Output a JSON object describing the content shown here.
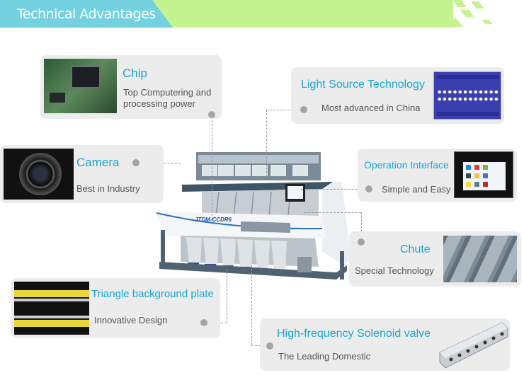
{
  "header": {
    "title": "Technical Advantages",
    "colors": {
      "cyan": "#74d2e0",
      "green": "#c4f490"
    }
  },
  "machine": {
    "model_label": "JTDM-CCDR6"
  },
  "features": [
    {
      "title": "Chip",
      "description": "Top Computering and processing power",
      "icon": "chip-image"
    },
    {
      "title": "Light Source Technology",
      "description": "Most advanced in China",
      "icon": "led-light-image"
    },
    {
      "title": "Camera",
      "description": "Best in Industry",
      "icon": "camera-lens-image"
    },
    {
      "title": "Operation Interface",
      "description": "Simple and Easy",
      "icon": "touchscreen-image"
    },
    {
      "title": "Chute",
      "description": "Special  Technology",
      "icon": "chute-image"
    },
    {
      "title": "Triangle background plate",
      "description": "Innovative Design",
      "icon": "background-plate-image"
    },
    {
      "title": "High-frequency Solenoid valve",
      "description": "The Leading Domestic",
      "icon": "solenoid-valve-image"
    }
  ],
  "accent_color": "#1aa6cf"
}
